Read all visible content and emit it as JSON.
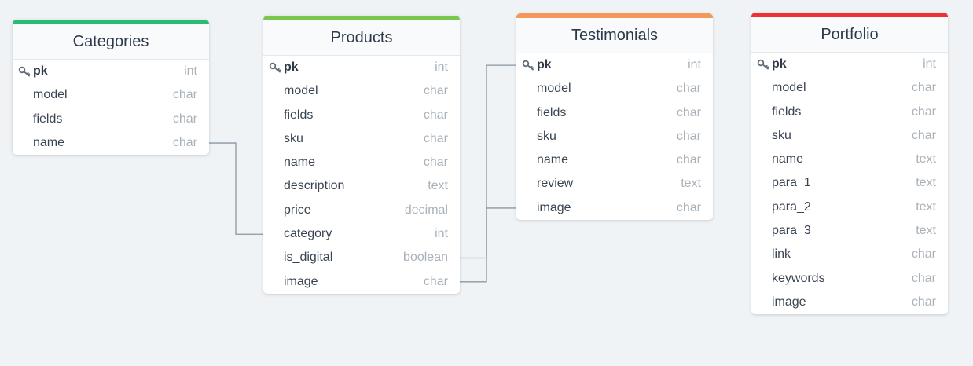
{
  "colors": {
    "background": "#eff3f6",
    "connector": "#8a97a3",
    "categories": "#2bbb73",
    "products": "#7ac74f",
    "testimonials": "#f4985a",
    "portfolio": "#ee3039"
  },
  "icons": {
    "primary_key": "key-icon"
  },
  "tables": {
    "categories": {
      "title": "Categories",
      "fields": [
        {
          "name": "pk",
          "type": "int",
          "pk": true
        },
        {
          "name": "model",
          "type": "char"
        },
        {
          "name": "fields",
          "type": "char"
        },
        {
          "name": "name",
          "type": "char"
        }
      ]
    },
    "products": {
      "title": "Products",
      "fields": [
        {
          "name": "pk",
          "type": "int",
          "pk": true
        },
        {
          "name": "model",
          "type": "char"
        },
        {
          "name": "fields",
          "type": "char"
        },
        {
          "name": "sku",
          "type": "char"
        },
        {
          "name": "name",
          "type": "char"
        },
        {
          "name": "description",
          "type": "text"
        },
        {
          "name": "price",
          "type": "decimal"
        },
        {
          "name": "category",
          "type": "int"
        },
        {
          "name": "is_digital",
          "type": "boolean"
        },
        {
          "name": "image",
          "type": "char"
        }
      ]
    },
    "testimonials": {
      "title": "Testimonials",
      "fields": [
        {
          "name": "pk",
          "type": "int",
          "pk": true
        },
        {
          "name": "model",
          "type": "char"
        },
        {
          "name": "fields",
          "type": "char"
        },
        {
          "name": "sku",
          "type": "char"
        },
        {
          "name": "name",
          "type": "char"
        },
        {
          "name": "review",
          "type": "text"
        },
        {
          "name": "image",
          "type": "char"
        }
      ]
    },
    "portfolio": {
      "title": "Portfolio",
      "fields": [
        {
          "name": "pk",
          "type": "int",
          "pk": true
        },
        {
          "name": "model",
          "type": "char"
        },
        {
          "name": "fields",
          "type": "char"
        },
        {
          "name": "sku",
          "type": "char"
        },
        {
          "name": "name",
          "type": "text"
        },
        {
          "name": "para_1",
          "type": "text"
        },
        {
          "name": "para_2",
          "type": "text"
        },
        {
          "name": "para_3",
          "type": "text"
        },
        {
          "name": "link",
          "type": "char"
        },
        {
          "name": "keywords",
          "type": "char"
        },
        {
          "name": "image",
          "type": "char"
        }
      ]
    }
  },
  "relations": [
    {
      "from": "categories.name",
      "to": "products.category"
    },
    {
      "from": "products.is_digital",
      "to": "testimonials.pk"
    },
    {
      "from": "products.image",
      "to": "testimonials.image"
    }
  ]
}
